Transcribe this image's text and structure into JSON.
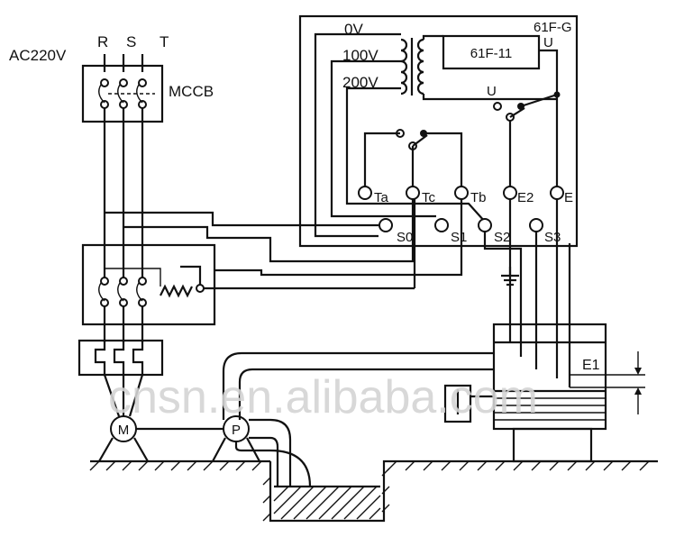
{
  "supply": {
    "label": "AC220V",
    "phase_r": "R",
    "phase_s": "S",
    "phase_t": "T"
  },
  "breaker": {
    "label": "MCCB"
  },
  "controller": {
    "model": "61F-11",
    "group_label": "61F-G",
    "tap_0v": "0V",
    "tap_100v": "100V",
    "tap_200v": "200V",
    "u_top": "U",
    "u_mid": "U",
    "terminals": {
      "ta": "Ta",
      "tc": "Tc",
      "tb": "Tb",
      "e2": "E2",
      "e": "E",
      "s0": "S0",
      "s1": "S1",
      "s2": "S2",
      "s3": "S3"
    }
  },
  "electrode": {
    "label": "E1"
  },
  "motor": {
    "label": "M"
  },
  "pump": {
    "label": "P"
  },
  "watermark": {
    "text": "cnsn.en.alibaba.com"
  }
}
